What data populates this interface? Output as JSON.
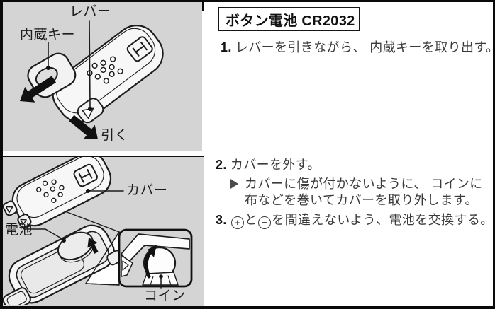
{
  "colors": {
    "panel_bg": "#d4d4d4",
    "ink": "#1c1c1c",
    "body_text": "#3b3b3b",
    "border_black": "#0a0a0a",
    "note_marker_gray": "#4a4a4a"
  },
  "diagram_top": {
    "labels": {
      "lever": "レバー",
      "builtin_key": "内蔵キー",
      "pull": "引く"
    },
    "icons": [
      "keyfob-illustration",
      "honda-logo-icon",
      "builtin-key",
      "lever",
      "pull-arrow-icon"
    ]
  },
  "diagram_bottom": {
    "labels": {
      "cover": "カバー",
      "battery": "電池",
      "coin": "コイン"
    },
    "icons": [
      "keyfob-cover-illustration",
      "keyfob-base-illustration",
      "battery",
      "coin-inset",
      "coin-pry-arrow-icon"
    ]
  },
  "instructions": {
    "title": "ボタン電池 CR2032",
    "step1": {
      "number": "1.",
      "text": "レバーを引きながら、 内蔵キーを取り出す。"
    },
    "step2": {
      "number": "2.",
      "text": "カバーを外す。",
      "note_line1": "カバーに傷が付かないように、 コインに",
      "note_line2": "布などを巻いてカバーを取り外します。"
    },
    "step3": {
      "number": "3.",
      "plus_symbol": "+",
      "connector": "と",
      "minus_symbol": "−",
      "text": "を間違えないよう、電池を交換する。"
    }
  }
}
